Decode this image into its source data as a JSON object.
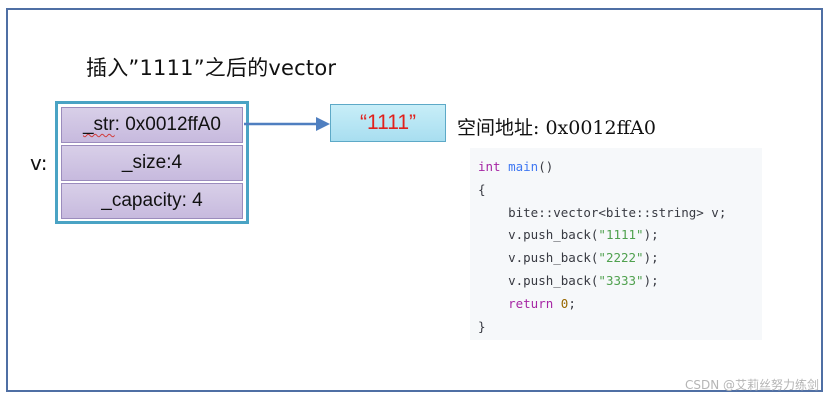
{
  "title": "插入”1111”之后的vector",
  "v_label": "v:",
  "fields": {
    "str_name": "_str",
    "str_value": ": 0x0012ffA0",
    "size": "_size:4",
    "capacity": "_capacity: 4"
  },
  "string_value": "“1111”",
  "address_text": "空间地址: 0x0012ffA0",
  "code": {
    "line1_kw": "int",
    "line1_fn": "main",
    "line1_rest": "()",
    "line2": "{",
    "line3": "    bite::vector<bite::string> v;",
    "line4_pre": "    v.push_back(",
    "line4_str": "\"1111\"",
    "line4_post": ");",
    "line5_pre": "    v.push_back(",
    "line5_str": "\"2222\"",
    "line5_post": ");",
    "line6_pre": "    v.push_back(",
    "line6_str": "\"3333\"",
    "line6_post": ");",
    "line7_kw": "    return",
    "line7_num": "0",
    "line7_post": ";",
    "line8": "}"
  },
  "watermark": "CSDN @艾莉丝努力练剑",
  "colors": {
    "frame": "#4f6fa4",
    "struct_border": "#4aa3c4",
    "field_fill": "#c7bade",
    "string_box_fill": "#a8def0",
    "string_text": "#e0201c",
    "arrow": "#4f7fc0"
  }
}
